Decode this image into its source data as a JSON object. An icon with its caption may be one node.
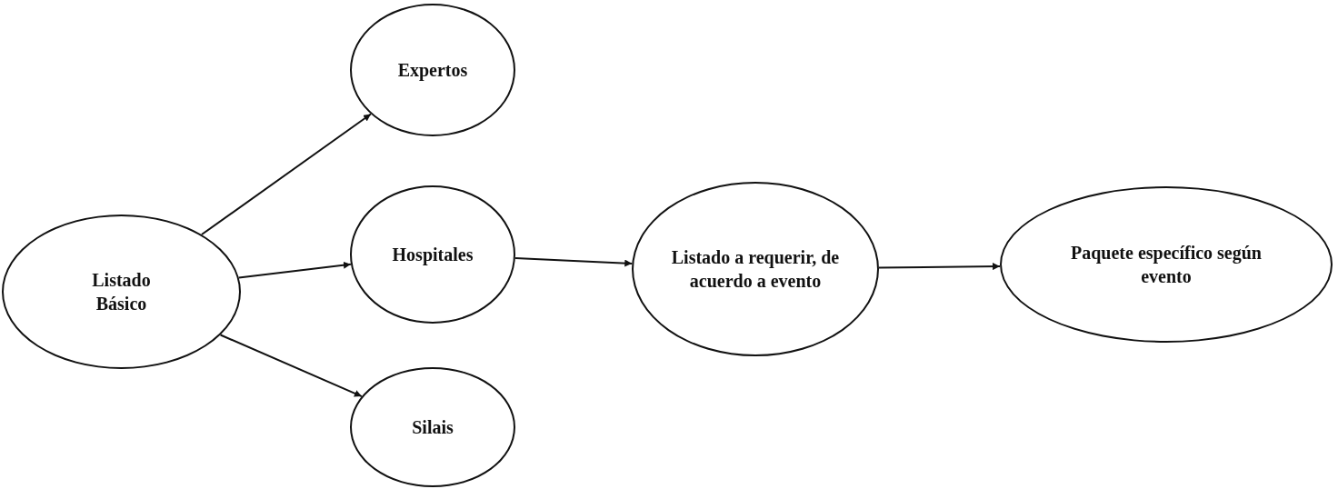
{
  "diagram": {
    "nodes": [
      {
        "text": [
          "Listado Básico"
        ]
      },
      {
        "text": [
          "Expertos"
        ]
      },
      {
        "text": [
          "Hospitales"
        ]
      },
      {
        "text": [
          "Silais"
        ]
      },
      {
        "text": [
          "Listado a requerir, de acuerdo a evento"
        ]
      },
      {
        "text": [
          "Paquete específico según evento"
        ]
      }
    ],
    "edges": [
      {
        "from": 0,
        "to": 1,
        "arrow": "to"
      },
      {
        "from": 0,
        "to": 2,
        "arrow": "to"
      },
      {
        "from": 0,
        "to": 3,
        "arrow": "to"
      },
      {
        "from": 2,
        "to": 4,
        "arrow": "to"
      },
      {
        "from": 4,
        "to": 5,
        "arrow": "to"
      }
    ]
  }
}
